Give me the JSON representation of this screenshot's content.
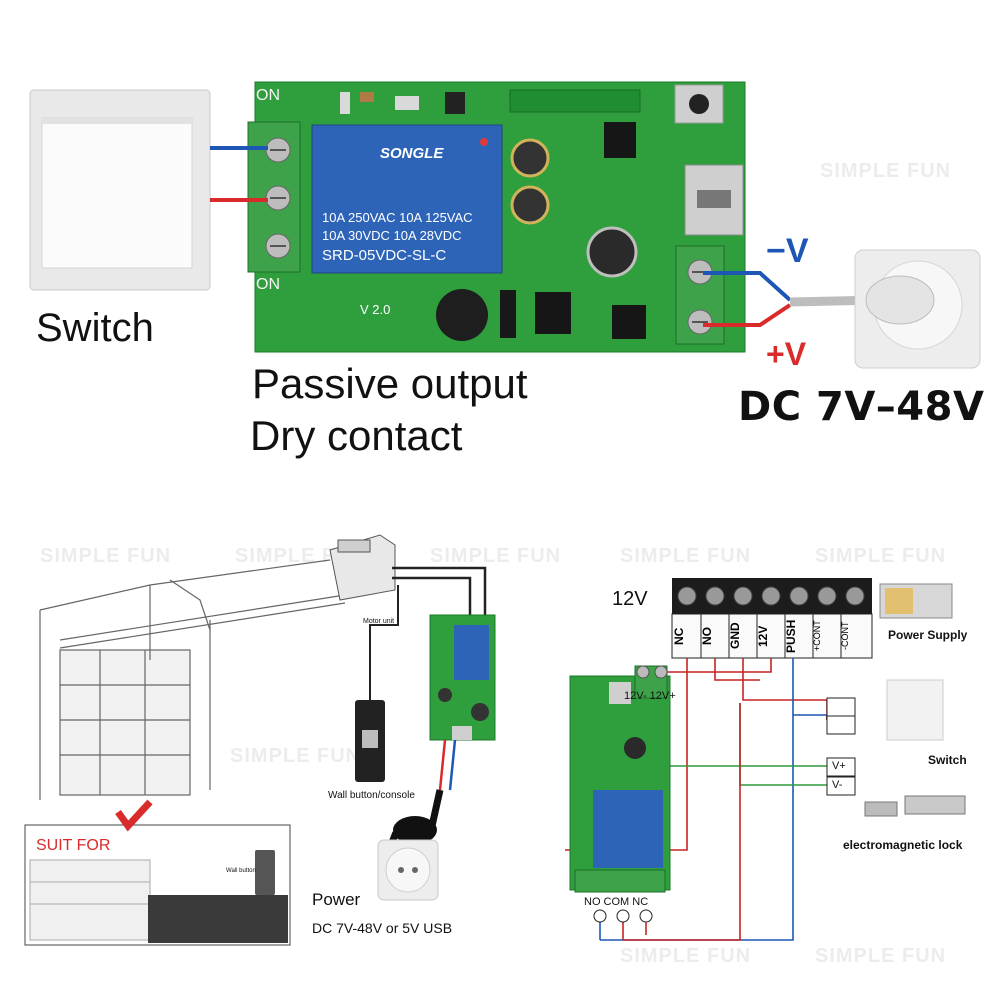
{
  "top": {
    "switch_label": "Switch",
    "output_line1": "Passive output",
    "output_line2": "Dry contact",
    "dc_range": "DC 7V–48V",
    "minus_v": "−V",
    "plus_v": "+V",
    "board": {
      "terminal_on": "ON",
      "relay_brand": "SONGLE",
      "relay_spec1": "10A 250VAC  10A 125VAC",
      "relay_spec2": "10A  30VDC  10A  28VDC",
      "relay_model": "SRD-05VDC-SL-C",
      "version": "V 2.0"
    }
  },
  "bottom_left": {
    "motor_unit": "Motor unit",
    "wall_button_console": "Wall button/console",
    "suit_for": "SUIT FOR",
    "wall_button": "Wall button",
    "power_title": "Power",
    "power_spec": "DC 7V-48V or 5V USB"
  },
  "bottom_right": {
    "supply_voltage": "12V",
    "terminals": [
      "NC",
      "NO",
      "GND",
      "12V",
      "PUSH",
      "+CONT",
      "-CONT"
    ],
    "board_inputs": "12V-  12V+",
    "relay_pins": "NO  COM  NC",
    "vplus": "V+",
    "vminus": "V-",
    "power_supply": "Power Supply",
    "switch": "Switch",
    "em_lock": "electromagnetic lock"
  },
  "watermark": "SIMPLE FUN",
  "colors": {
    "pcb": "#2f9e3c",
    "relay_blue": "#2d64b8",
    "terminal_green": "#3ea24a",
    "wire_red": "#d92b2b",
    "wire_blue": "#1d56b5",
    "wire_green": "#2e9a3e"
  }
}
